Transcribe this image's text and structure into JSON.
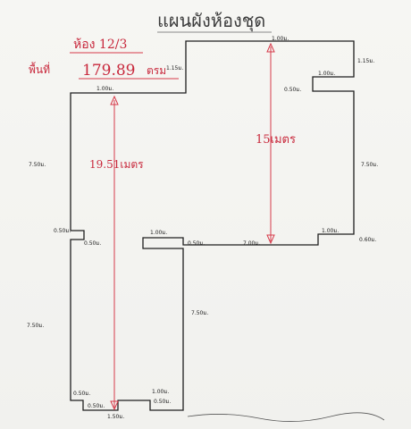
{
  "title": "แผนผังห้องชุด",
  "room": {
    "label": "ห้อง 12/3",
    "area_prefix": "พื้นที่",
    "area_value": "179.89",
    "area_unit": "ตรม"
  },
  "measurements": {
    "height_left": "19.51เมตร",
    "height_right": "15เมตร"
  },
  "dimensions": {
    "top_small": "1.00ม.",
    "top_left_step": "1.15ม.",
    "top_left_notch": "1.00ม.",
    "top_right_notch": "1.00ม.",
    "right_top": "1.15ม.",
    "right_notch_depth": "0.50ม.",
    "left_upper": "7.50ม.",
    "right_upper": "7.50ม.",
    "left_notch_top": "0.50ม.",
    "left_notch_depth": "0.50ม.",
    "mid_box": "1.00ม.",
    "mid_box_side": "0.50ม.",
    "mid_bottom": "7.00ม.",
    "right_step": "1.00ม.",
    "right_bottom": "0.60ม.",
    "left_lower": "7.50ม.",
    "center_lower": "7.50ม.",
    "bottom_left_notch": "0.50ม.",
    "bottom_step_right": "1.00ม.",
    "bottom_step_side": "0.50ม.",
    "bottom_inner": "0.50ม.",
    "bottom_width": "1.50ม."
  }
}
